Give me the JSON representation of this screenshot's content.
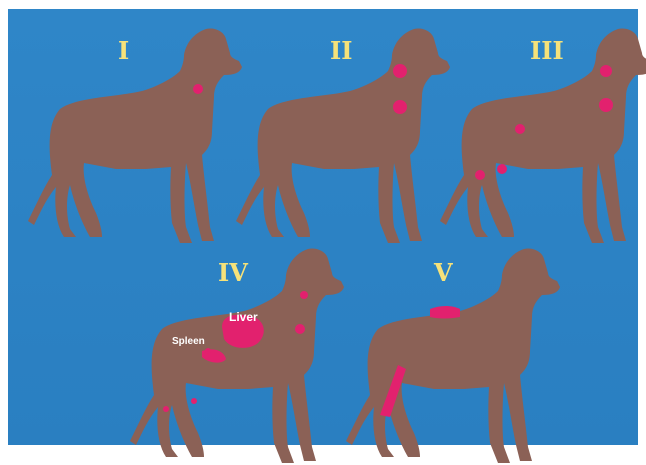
{
  "stages": [
    {
      "id": "I",
      "label": "I"
    },
    {
      "id": "II",
      "label": "II"
    },
    {
      "id": "III",
      "label": "III"
    },
    {
      "id": "IV",
      "label": "IV",
      "organ_labels": {
        "liver": "Liver",
        "spleen": "Spleen"
      }
    },
    {
      "id": "V",
      "label": "V"
    }
  ],
  "colors": {
    "background": "#2c82c4",
    "dog": "#8b6156",
    "lesion": "#e2216e",
    "label": "#f6e27a"
  }
}
